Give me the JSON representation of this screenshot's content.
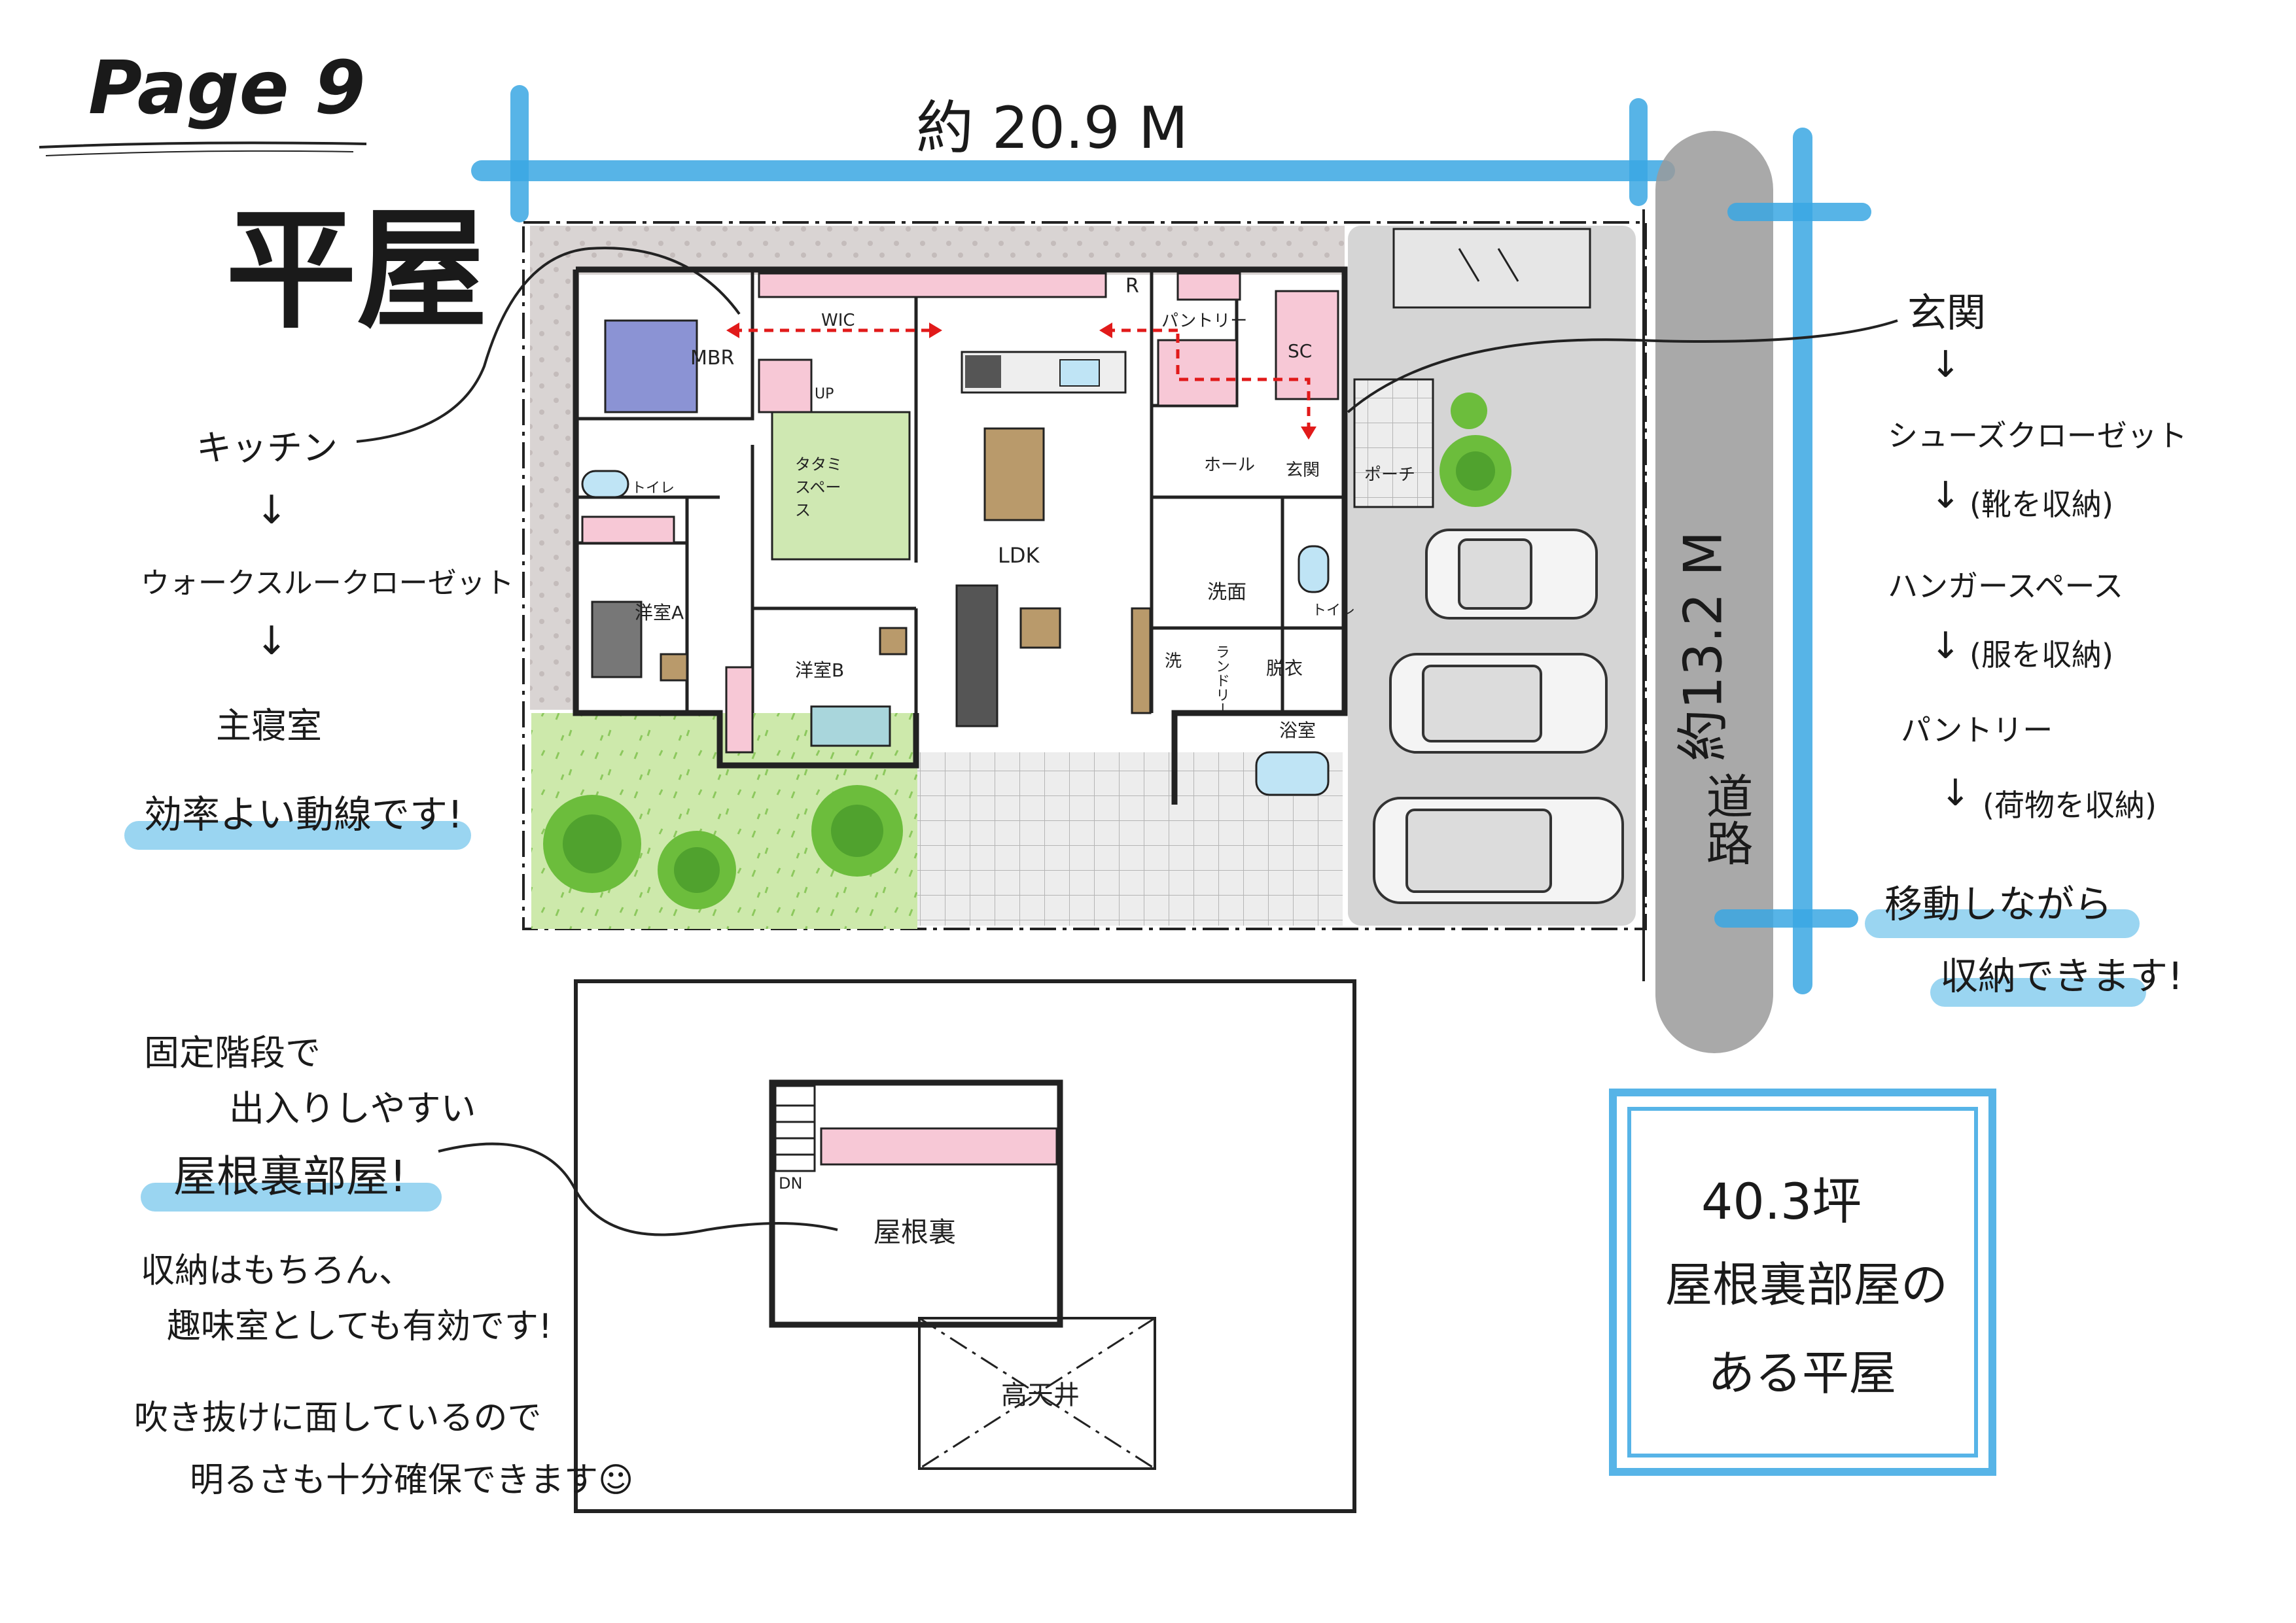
{
  "page_label": "Page 9",
  "title": "平屋",
  "dimensions": {
    "width": "約 20.9 M",
    "depth": "約13.2 M"
  },
  "road": "道路",
  "left_flow": {
    "steps": [
      "キッチン",
      "ウォークスルークローゼット",
      "主寝室"
    ],
    "arrow": "↓",
    "note": "効率よい動線です!"
  },
  "right_flow": {
    "steps": [
      "玄関",
      "シューズクローゼット",
      "(靴を収納)",
      "ハンガースペース",
      "(服を収納)",
      "パントリー",
      "(荷物を収納)"
    ],
    "arrow": "↓",
    "note_line1": "移動しながら",
    "note_line2": "収納できます!"
  },
  "attic_notes": {
    "line1": "固定階段で",
    "line2": "出入りしやすい",
    "highlight": "屋根裏部屋!",
    "line3": "収納はもちろん、",
    "line4": "趣味室としても有効です!",
    "line5": "吹き抜けに面しているので",
    "line6": "明るさも十分確保できます☺"
  },
  "rooms": {
    "mbr": "MBR",
    "wic": "WIC",
    "fridge": "R",
    "pantry": "パントリー",
    "sc": "SC",
    "up": "UP",
    "tatami": "タタミ スペース",
    "toilet1": "トイレ",
    "ldk": "LDK",
    "hall": "ホール",
    "entrance": "玄関",
    "porch": "ポーチ",
    "washroom": "洗面",
    "toilet2": "トイレ",
    "western_a": "洋室A",
    "western_b": "洋室B",
    "laundry_sink": "洗",
    "laundry": "ランドリー",
    "dressing": "脱衣",
    "bath": "浴室",
    "attic": "屋根裏",
    "attic_dn": "DN",
    "high_ceiling": "高天井"
  },
  "summary": {
    "area": "40.3坪",
    "line2": "屋根裏部屋の",
    "line3": "ある平屋"
  },
  "colors": {
    "accent_blue": "#3aa7e3",
    "highlight_blue": "#8fd0ef",
    "storage_pink": "#f7c8d6",
    "grass_green": "#c8e6a5",
    "tree_green": "#6cbd3c",
    "road_gray": "#9a9a9a",
    "parking_gray": "#d5d5d5",
    "dotted_border": "#d6d0cf"
  }
}
